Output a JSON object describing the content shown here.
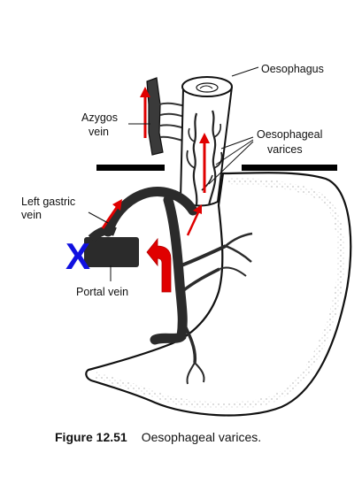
{
  "labels": {
    "oesophagus": "Oesophagus",
    "azygos_line1": "Azygos",
    "azygos_line2": "vein",
    "varices_line1": "Oesophageal",
    "varices_line2": "varices",
    "left_gastric_line1": "Left gastric",
    "left_gastric_line2": "vein",
    "portal_vein": "Portal vein"
  },
  "caption": {
    "number": "Figure 12.51",
    "text": "Oesophageal varices."
  },
  "obstruction_mark": "X",
  "colors": {
    "arrow": "#e00000",
    "obstruction": "#1010e0",
    "vein": "#2b2b2b",
    "diaphragm": "#000000"
  }
}
